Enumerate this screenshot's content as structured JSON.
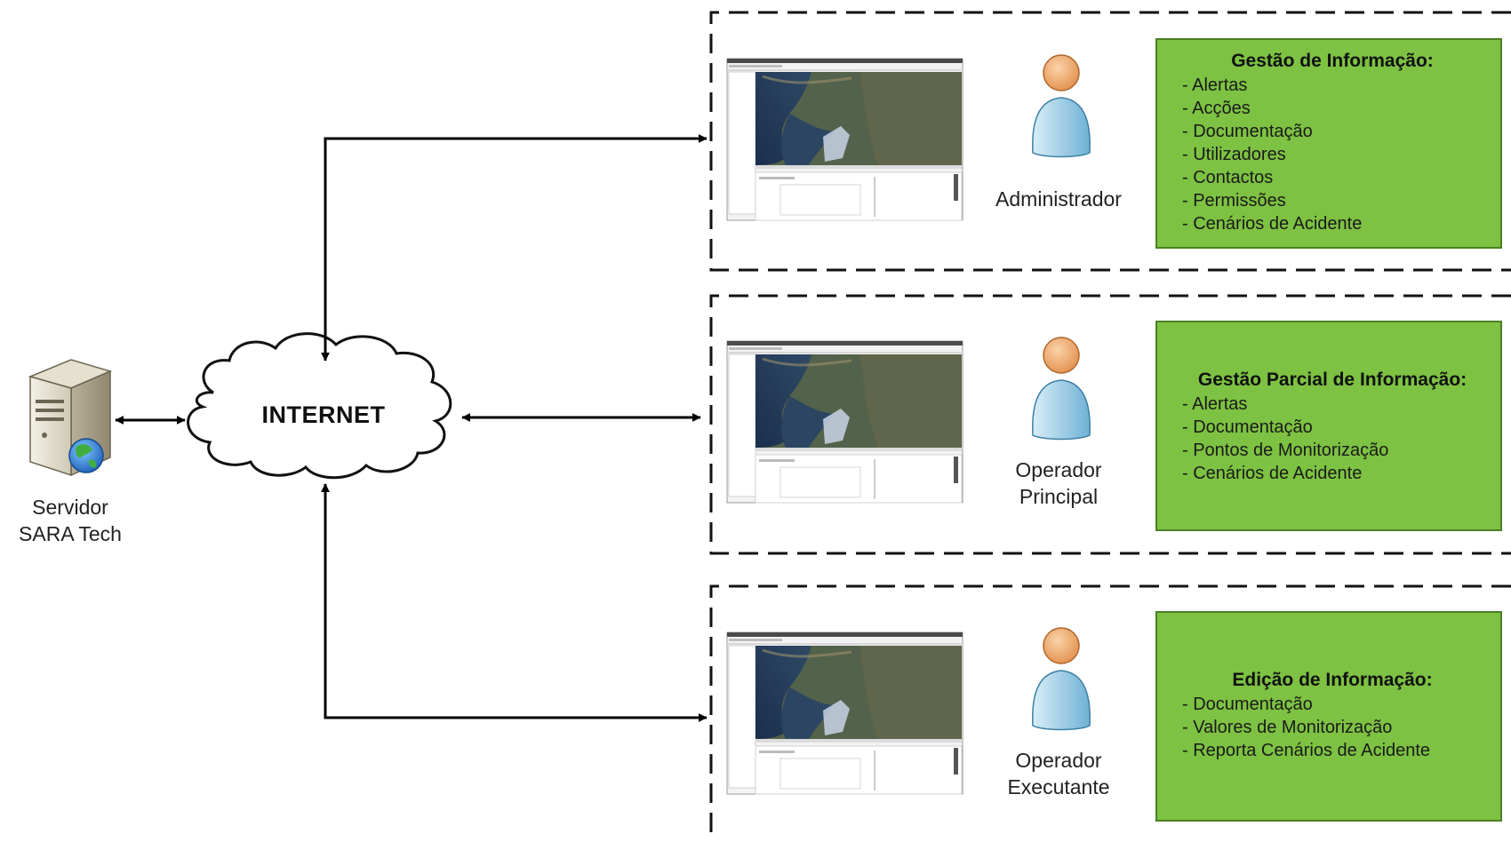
{
  "server": {
    "label_line1": "Servidor",
    "label_line2": "SARA Tech",
    "icon": "server-globe-icon"
  },
  "network": {
    "label": "INTERNET",
    "icon": "cloud-icon"
  },
  "roles": [
    {
      "name_line1": "Administrador",
      "name_line2": "",
      "permissions_title": "Gestão de Informação:",
      "permissions": [
        "Alertas",
        "Acções",
        "Documentação",
        "Utilizadores",
        "Contactos",
        "Permissões",
        "Cenários de Acidente"
      ]
    },
    {
      "name_line1": "Operador",
      "name_line2": "Principal",
      "permissions_title": "Gestão Parcial de Informação:",
      "permissions": [
        "Alertas",
        "Documentação",
        "Pontos de Monitorização",
        "Cenários de Acidente"
      ]
    },
    {
      "name_line1": "Operador",
      "name_line2": "Executante",
      "permissions_title": "Edição de Informação:",
      "permissions": [
        "Documentação",
        "Valores de Monitorização",
        "Reporta Cenários de Acidente"
      ]
    }
  ],
  "colors": {
    "permission_box": "#7dc242",
    "permission_border": "#4b7f24",
    "user_head": "#f2b078",
    "user_body": "#9fd0e8"
  }
}
